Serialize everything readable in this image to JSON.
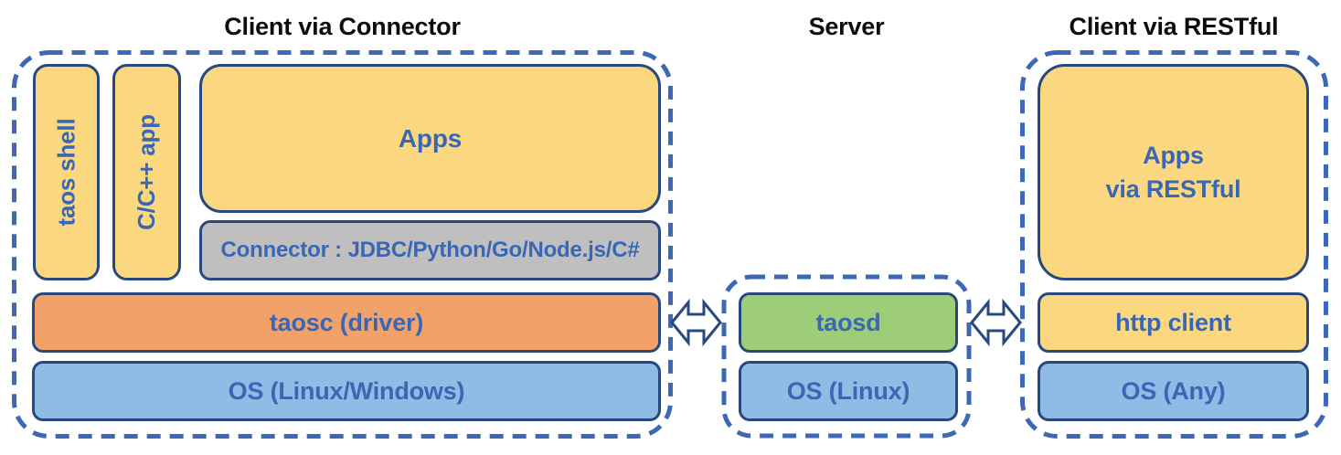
{
  "titles": {
    "connector": "Client via Connector",
    "server": "Server",
    "restful": "Client via RESTful"
  },
  "connector_section": {
    "taos_shell": "taos shell",
    "cpp_app": "C/C++ app",
    "apps": "Apps",
    "connector_bar": "Connector : JDBC/Python/Go/Node.js/C#",
    "taosc": "taosc (driver)",
    "os": "OS (Linux/Windows)"
  },
  "server_section": {
    "taosd": "taosd",
    "os": "OS (Linux)"
  },
  "restful_section": {
    "apps": "Apps\nvia RESTful",
    "http_client": "http client",
    "os": "OS (Any)"
  },
  "icons": {
    "left_link": "bidirectional-arrow-icon",
    "right_link": "bidirectional-arrow-icon"
  },
  "colors": {
    "yellow_fill": "#FBD87F",
    "orange_fill": "#F2A169",
    "gray_fill": "#BFBFBF",
    "green_fill": "#9ECD79",
    "light_blue_fill": "#8EBCE4",
    "box_border": "#27497E",
    "dashed_border": "#3D68B6",
    "label_blue": "#3A67B5",
    "title_black": "#0d0d0d"
  }
}
